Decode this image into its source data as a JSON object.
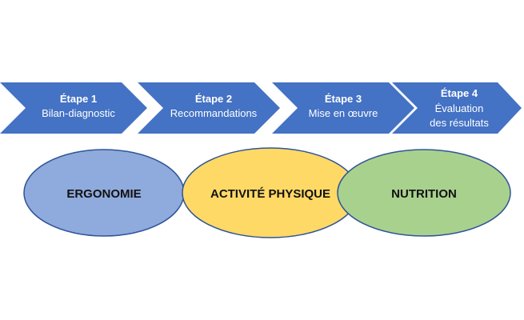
{
  "steps": [
    {
      "title": "Étape 1",
      "lines": [
        "Bilan-diagnostic"
      ]
    },
    {
      "title": "Étape 2",
      "lines": [
        "Recommandations"
      ]
    },
    {
      "title": "Étape 3",
      "lines": [
        "Mise en œuvre"
      ]
    },
    {
      "title": "Étape 4",
      "lines": [
        "Évaluation",
        "des résultats"
      ]
    }
  ],
  "circles": [
    {
      "label": "ERGONOMIE",
      "fill": "#8FAADC",
      "stroke": "#2F5597"
    },
    {
      "label": "ACTIVITÉ PHYSIQUE",
      "fill": "#FFD966",
      "stroke": "#2F5597"
    },
    {
      "label": "NUTRITION",
      "fill": "#A9D18E",
      "stroke": "#2F5597"
    }
  ],
  "colors": {
    "chevron": "#4472C4",
    "chevron_text": "#FFFFFF"
  }
}
